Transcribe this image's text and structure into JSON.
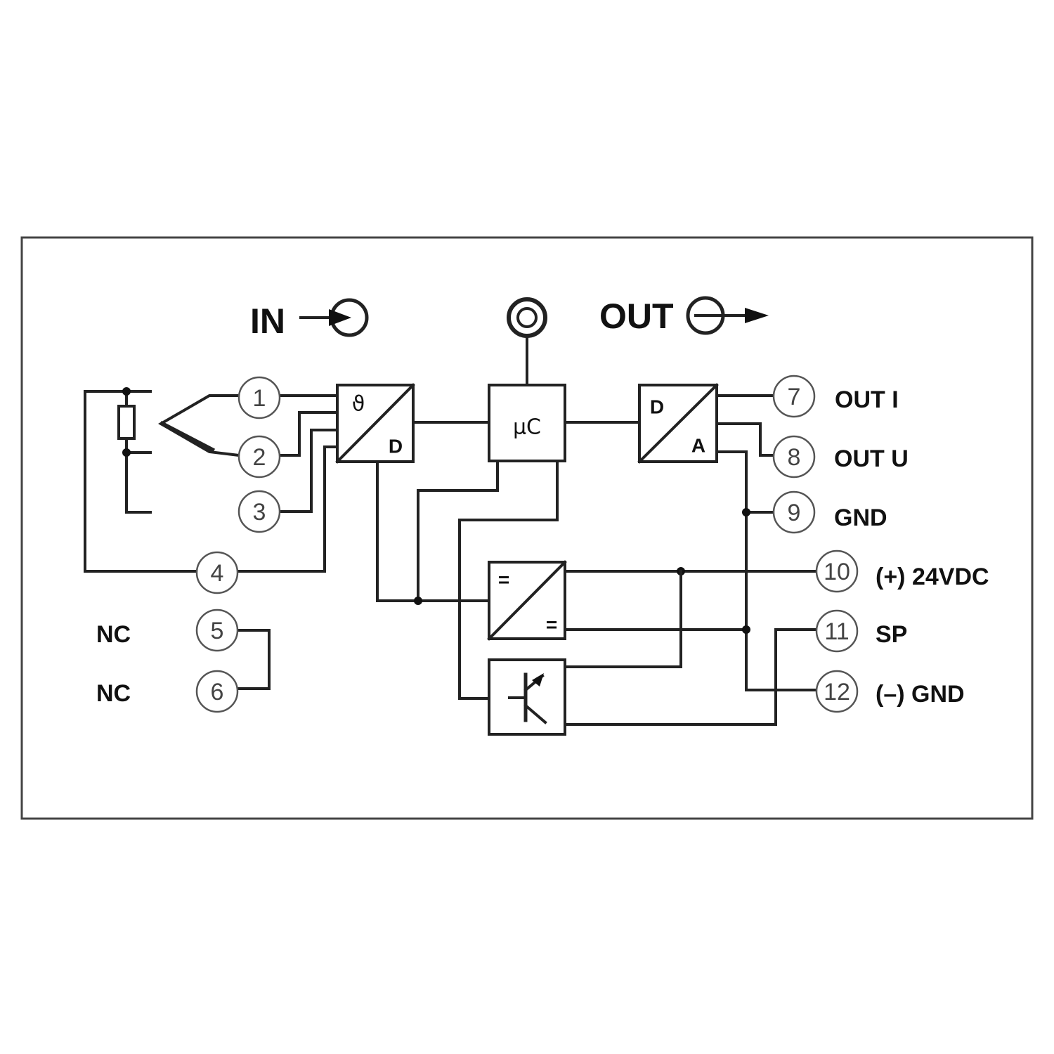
{
  "header": {
    "in_label": "IN",
    "out_label": "OUT"
  },
  "blocks": {
    "converter_in": {
      "top_symbol": "ϑ",
      "bottom_label": "D"
    },
    "microcontroller": {
      "label": "μC"
    },
    "converter_out": {
      "top_label": "D",
      "bottom_label": "A"
    },
    "power_supply": {
      "top_symbol": "=",
      "bottom_symbol": "="
    }
  },
  "terminals": [
    {
      "number": "1",
      "label": ""
    },
    {
      "number": "2",
      "label": ""
    },
    {
      "number": "3",
      "label": ""
    },
    {
      "number": "4",
      "label": ""
    },
    {
      "number": "5",
      "label": "NC"
    },
    {
      "number": "6",
      "label": "NC"
    },
    {
      "number": "7",
      "label": "OUT I"
    },
    {
      "number": "8",
      "label": "OUT U"
    },
    {
      "number": "9",
      "label": "GND"
    },
    {
      "number": "10",
      "label": "(+) 24VDC"
    },
    {
      "number": "11",
      "label": "SP"
    },
    {
      "number": "12",
      "label": "(–) GND"
    }
  ],
  "icons": {
    "input": "input-arrow-circle-icon",
    "output": "output-arrow-circle-icon",
    "indicator": "led-indicator-icon",
    "resistor": "resistor-icon",
    "thermocouple": "thermocouple-icon",
    "transistor": "transistor-icon"
  },
  "colors": {
    "line": "#222222",
    "terminal_text": "#444444"
  }
}
